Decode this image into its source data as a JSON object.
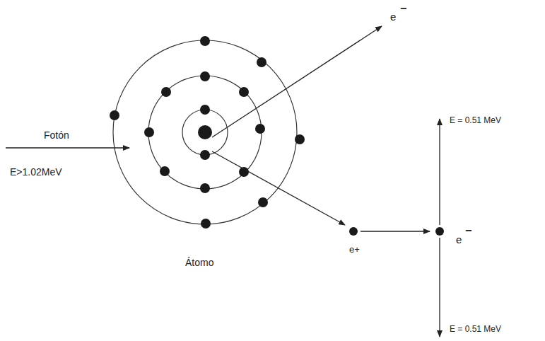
{
  "diagram": {
    "labels": [
      "Fotón",
      "E>1.02MeV",
      "e",
      "−",
      "Átomo",
      "e+",
      "e",
      "−",
      "E = 0.51 MeV",
      "E = 0.51 MeV"
    ]
  }
}
